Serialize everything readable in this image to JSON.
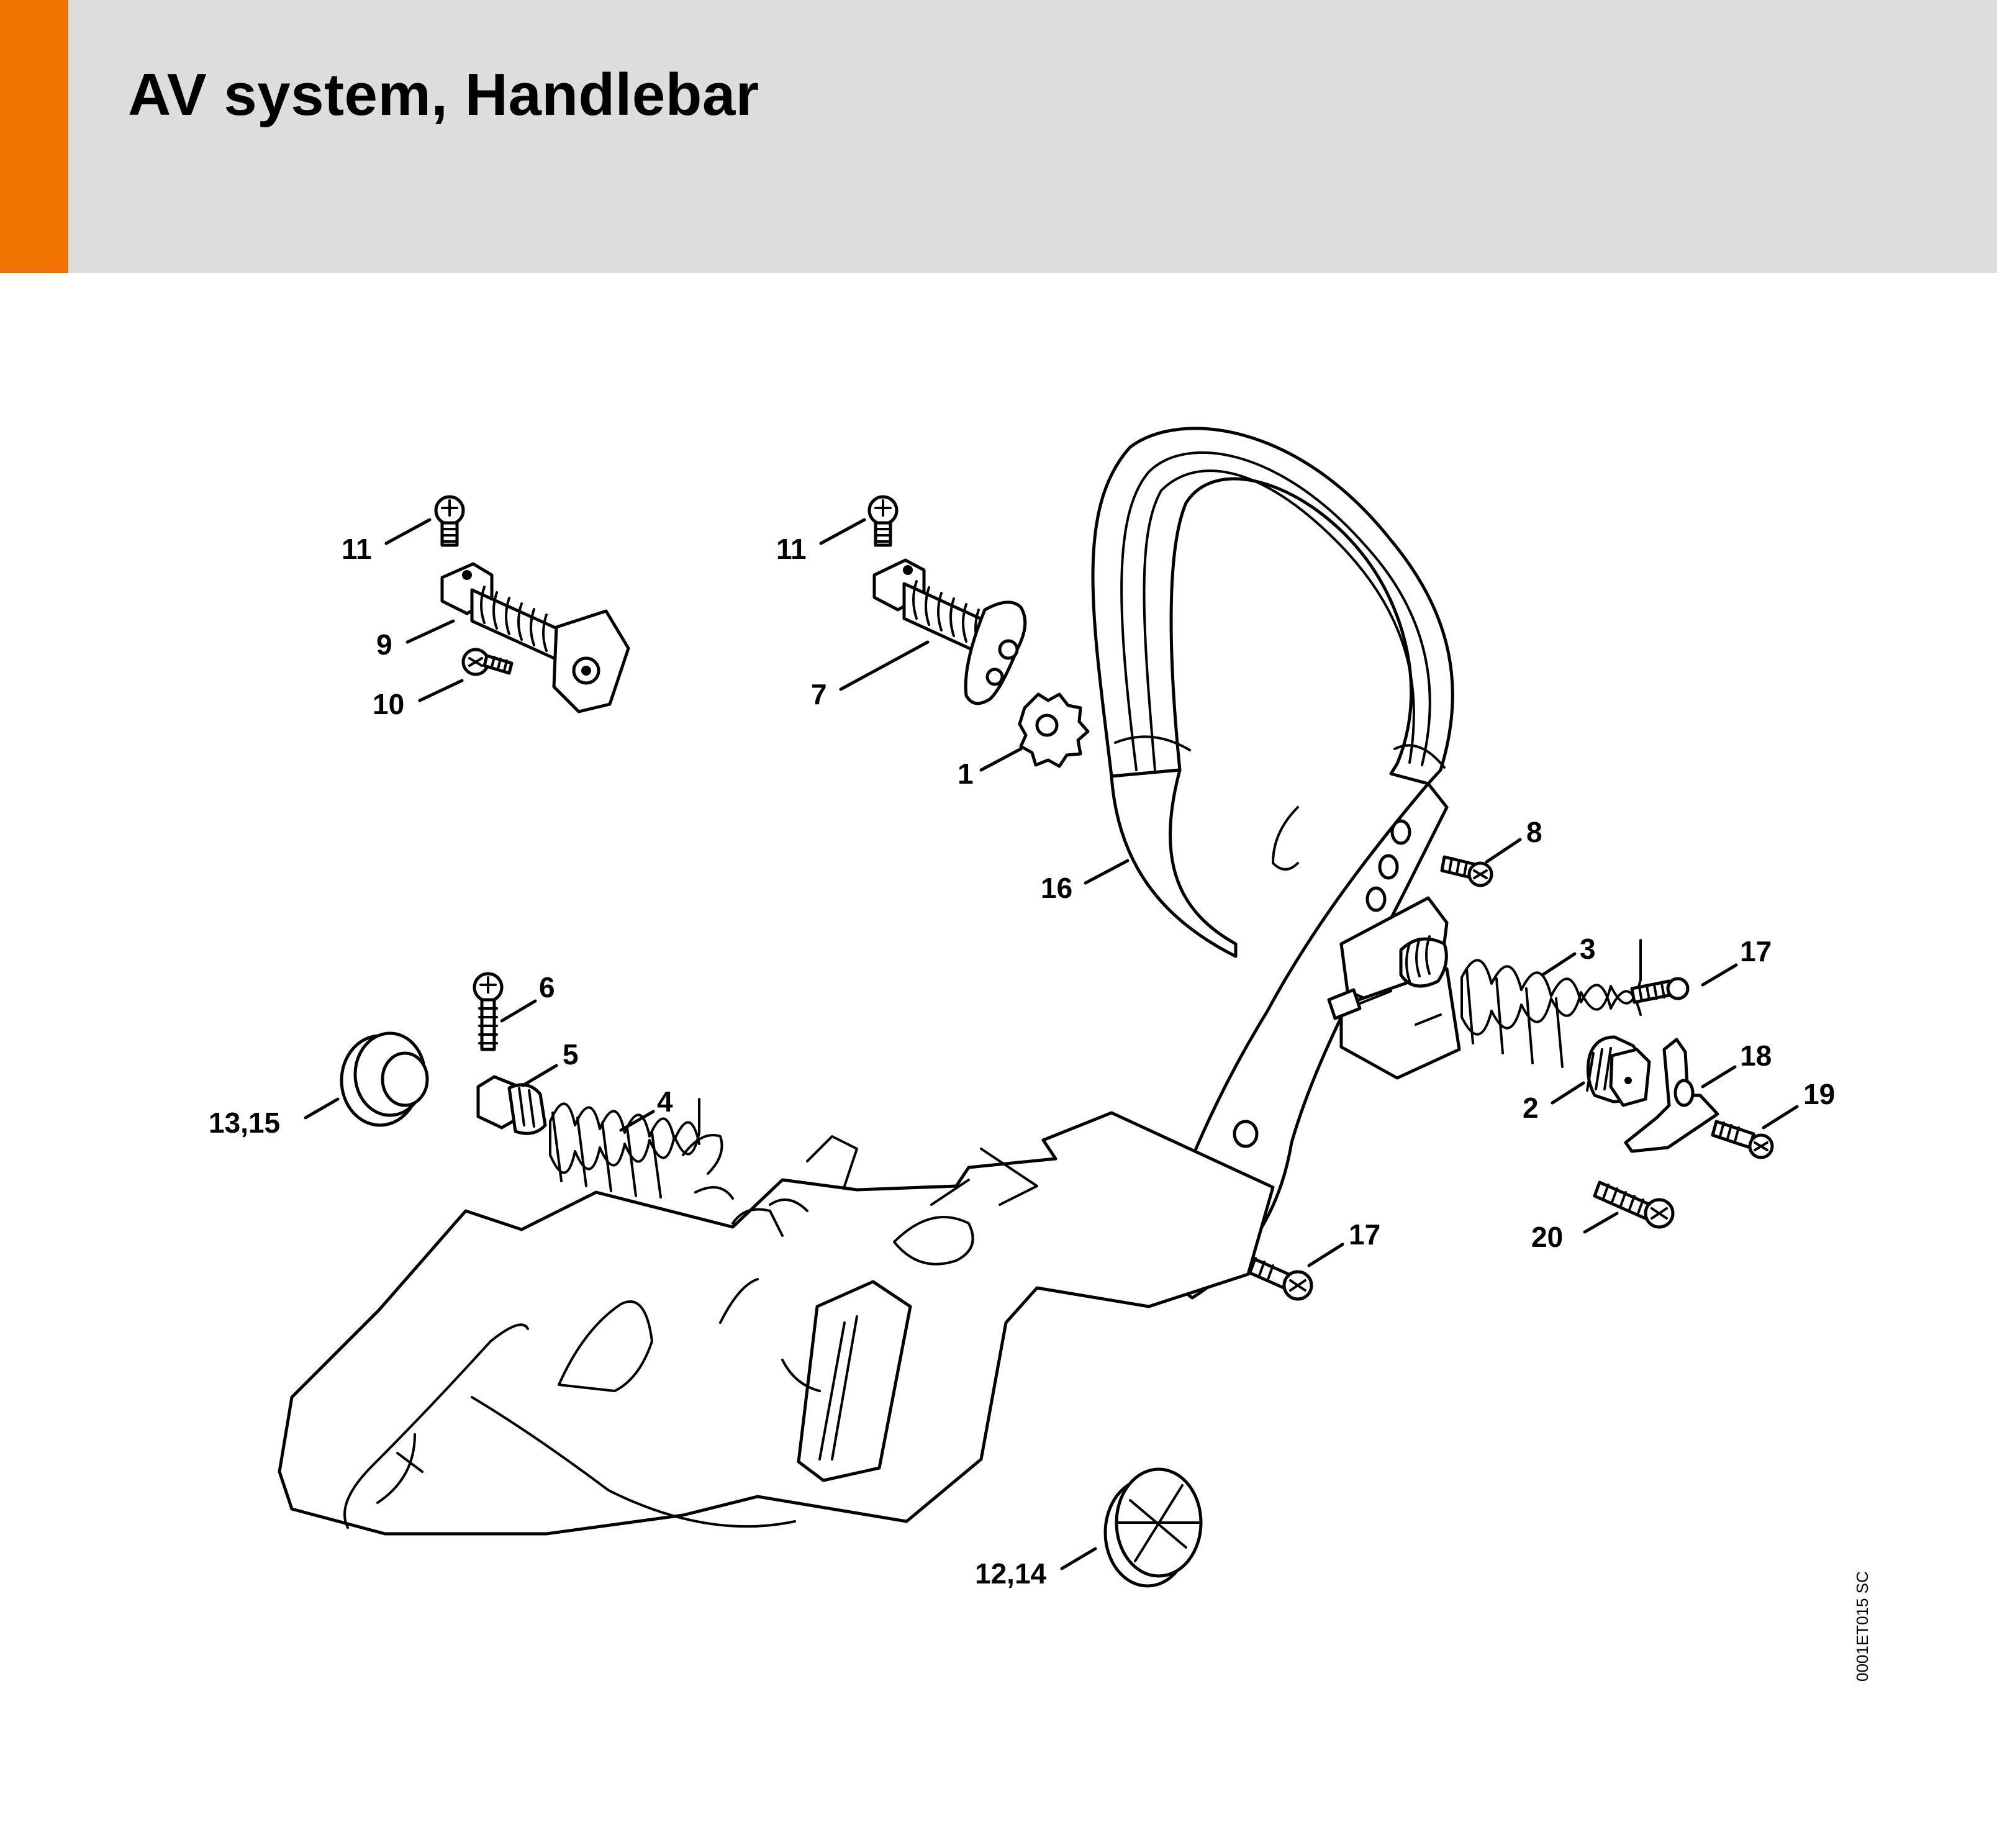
{
  "header": {
    "title": "AV system, Handlebar",
    "accent_color": "#f07300",
    "band_color": "#dcdddc"
  },
  "diagram": {
    "reference_code": "0001ET015 SC",
    "callouts": [
      {
        "id": "c11a",
        "label": "11"
      },
      {
        "id": "c9",
        "label": "9"
      },
      {
        "id": "c10",
        "label": "10"
      },
      {
        "id": "c11b",
        "label": "11"
      },
      {
        "id": "c7",
        "label": "7"
      },
      {
        "id": "c1",
        "label": "1"
      },
      {
        "id": "c16",
        "label": "16"
      },
      {
        "id": "c8",
        "label": "8"
      },
      {
        "id": "c3",
        "label": "3"
      },
      {
        "id": "c17a",
        "label": "17"
      },
      {
        "id": "c18",
        "label": "18"
      },
      {
        "id": "c2",
        "label": "2"
      },
      {
        "id": "c19",
        "label": "19"
      },
      {
        "id": "c20",
        "label": "20"
      },
      {
        "id": "c17b",
        "label": "17"
      },
      {
        "id": "c6",
        "label": "6"
      },
      {
        "id": "c5",
        "label": "5"
      },
      {
        "id": "c4",
        "label": "4"
      },
      {
        "id": "c1315",
        "label": "13,15"
      },
      {
        "id": "c1214",
        "label": "12,14"
      }
    ]
  }
}
